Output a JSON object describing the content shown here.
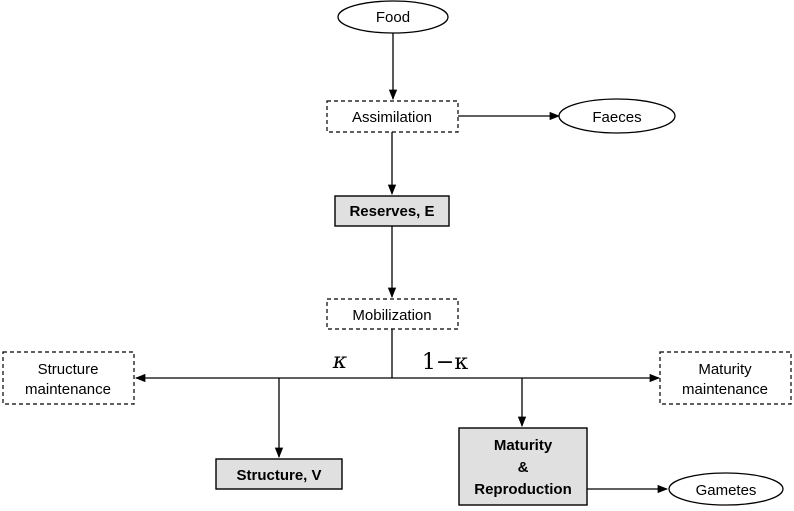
{
  "nodes": {
    "food": "Food",
    "assimilation": "Assimilation",
    "faeces": "Faeces",
    "reserves": "Reserves, E",
    "mobilization": "Mobilization",
    "structure_maintenance": [
      "Structure",
      "maintenance"
    ],
    "maturity_maintenance": [
      "Maturity",
      "maintenance"
    ],
    "structure": "Structure, V",
    "maturity_reproduction": [
      "Maturity",
      "&",
      "Reproduction"
    ],
    "gametes": "Gametes"
  },
  "branch_labels": {
    "kappa": "κ",
    "one_minus_kappa": "1−κ"
  },
  "colors": {
    "state_box_fill": "#e0e0e0",
    "stroke": "#000000"
  }
}
